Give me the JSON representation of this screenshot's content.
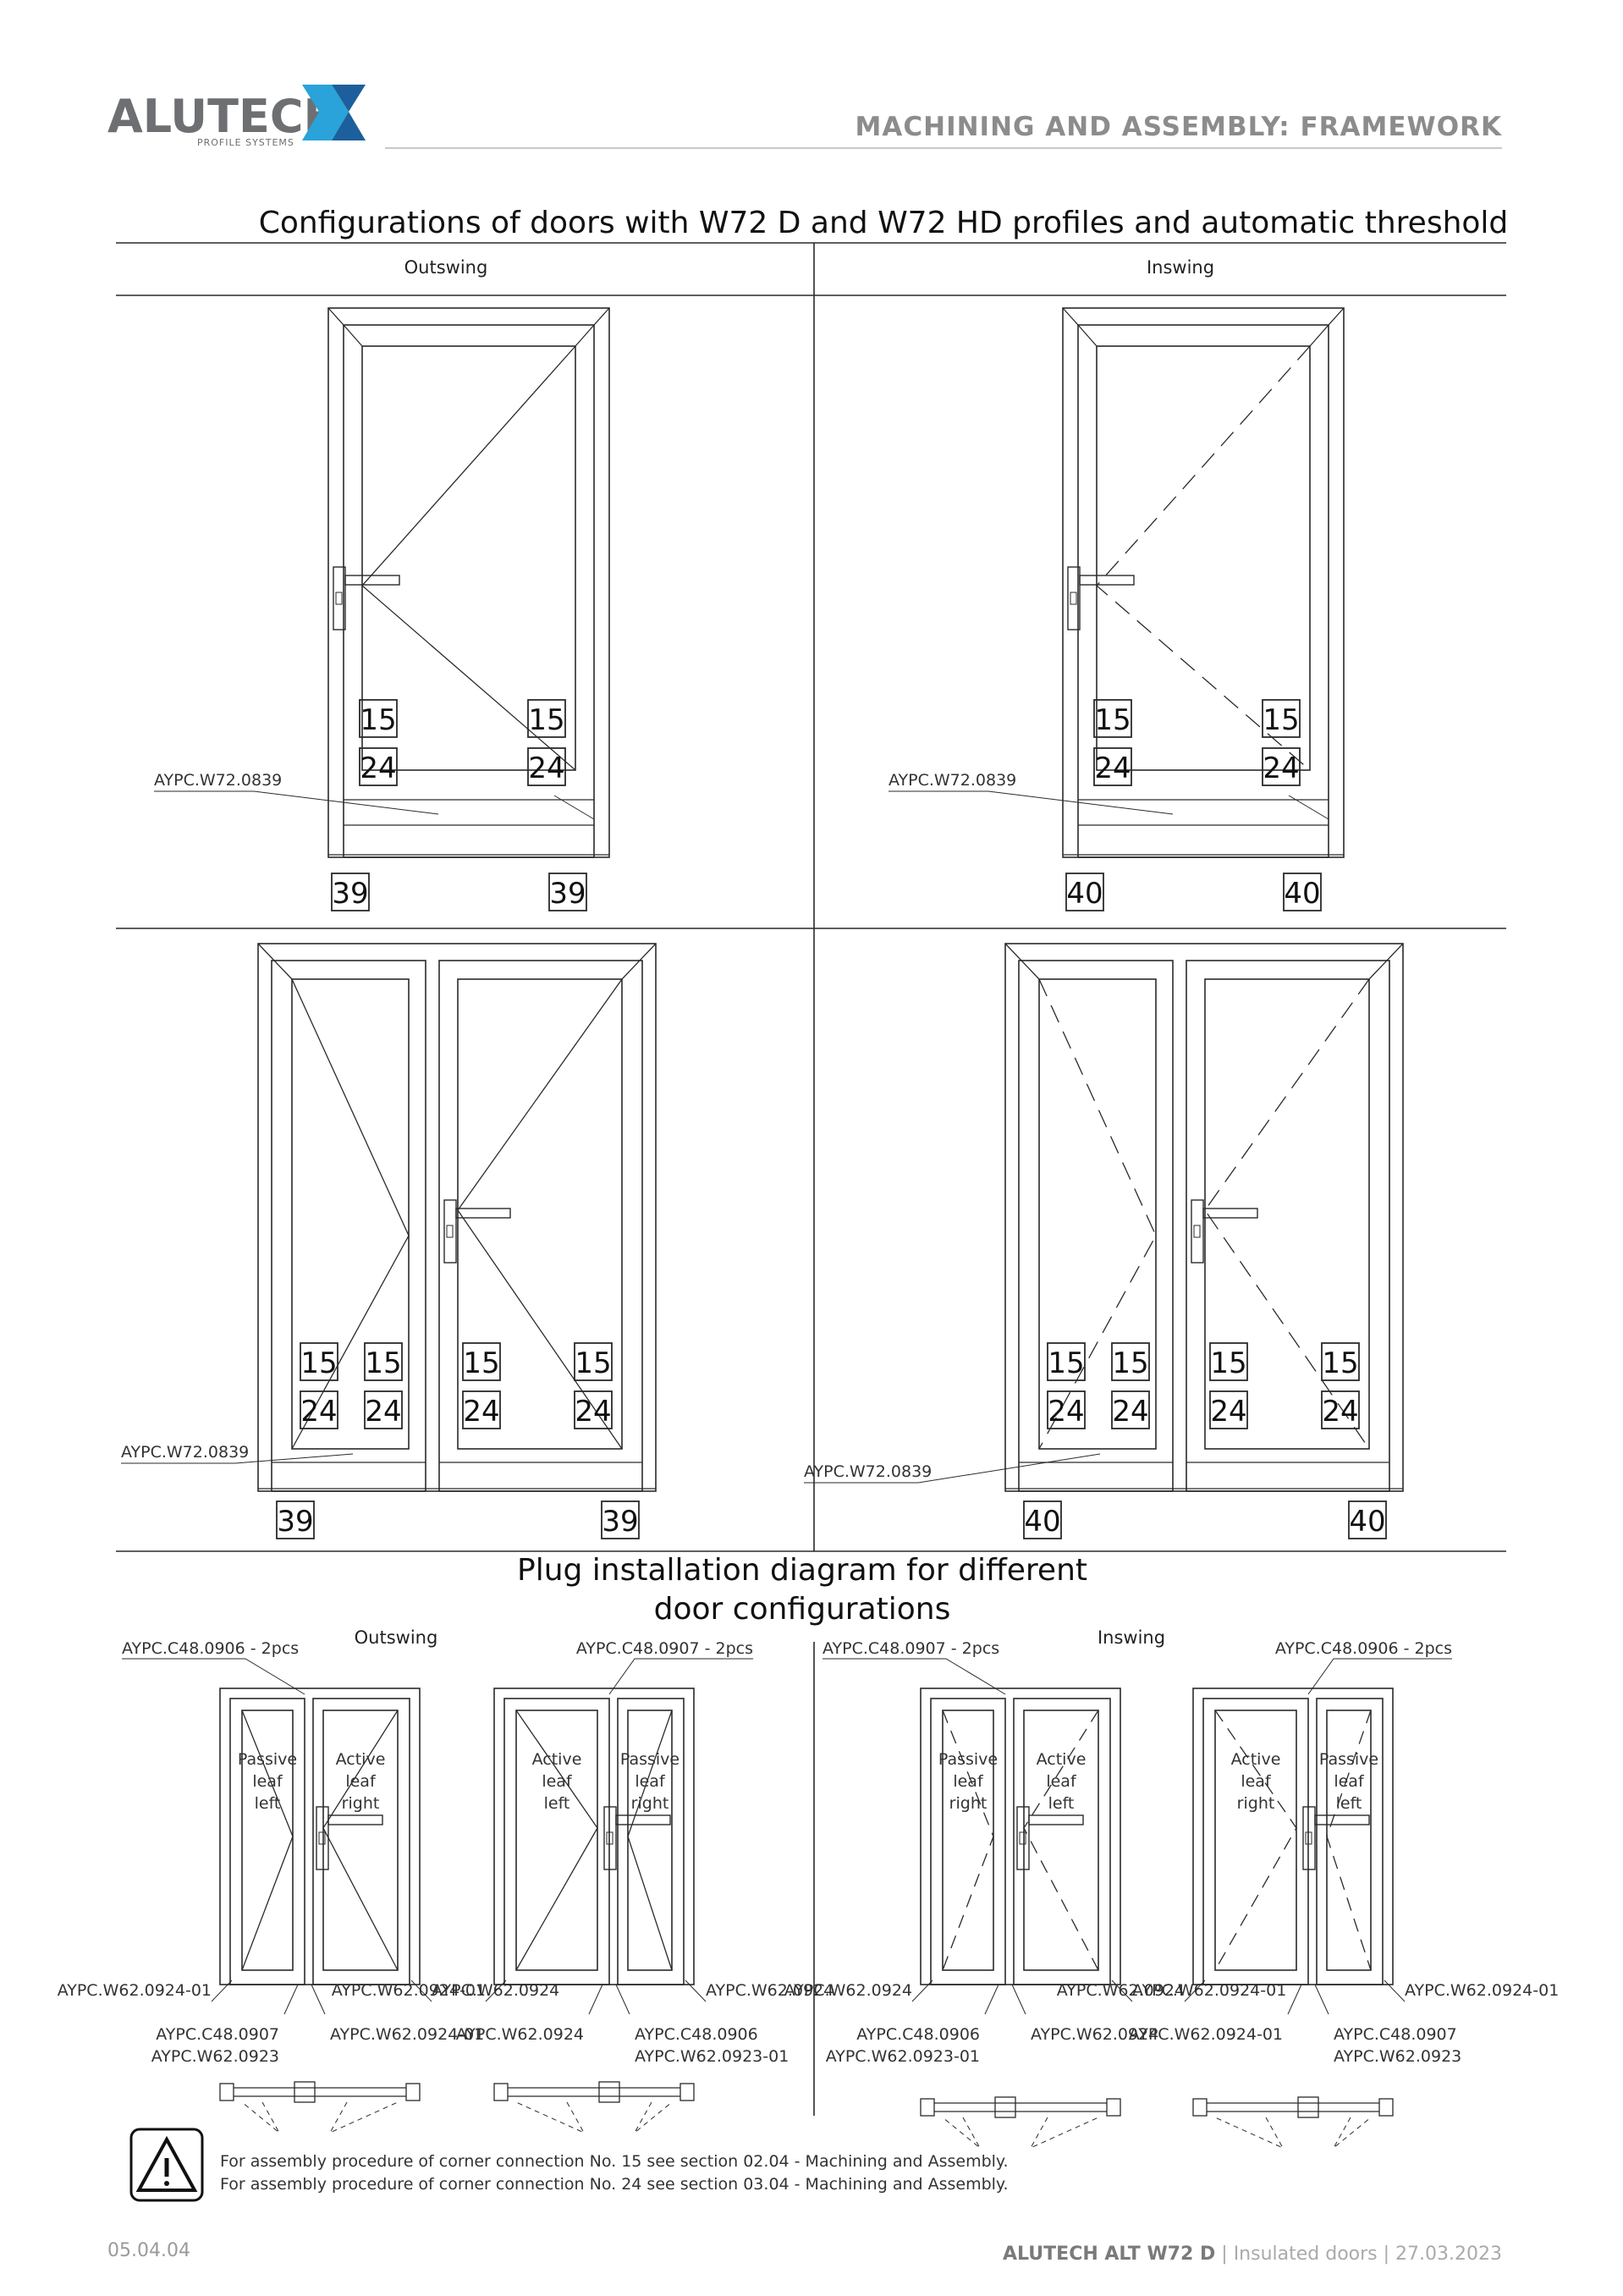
{
  "header": {
    "brand": "ALUTECH",
    "brand_sub": "PROFILE SYSTEMS",
    "section": "MACHINING AND ASSEMBLY: FRAMEWORK"
  },
  "config_section": {
    "title": "Configurations of doors with W72 D and W72 HD profiles and automatic threshold",
    "col_outswing": "Outswing",
    "col_inswing": "Inswing"
  },
  "doors": {
    "threshold_part": "AYPC.W72.0839",
    "corner_15": "15",
    "corner_24": "24",
    "outswing_bottom": "39",
    "inswing_bottom": "40"
  },
  "plug_section": {
    "title_line1": "Plug installation diagram for different",
    "title_line2": "door configurations",
    "outswing": "Outswing",
    "inswing": "Inswing",
    "diagrams": [
      {
        "top_part": "AYPC.C48.0906 - 2pcs",
        "leaf_left": [
          "Passive",
          "leaf",
          "left"
        ],
        "leaf_right": [
          "Active",
          "leaf",
          "right"
        ],
        "bl": "AYPC.W62.0924-01",
        "br": "AYPC.W62.0924",
        "bot_left": [
          "AYPC.C48.0907",
          "AYPC.W62.0923"
        ],
        "bot_right": [
          "AYPC.W62.0924-01"
        ]
      },
      {
        "top_part": "AYPC.C48.0907 - 2pcs",
        "leaf_left": [
          "Active",
          "leaf",
          "left"
        ],
        "leaf_right": [
          "Passive",
          "leaf",
          "right"
        ],
        "bl": "AYPC.W62.0924-01",
        "br": "AYPC.W62.0924",
        "bot_left": [
          "AYPC.W62.0924"
        ],
        "bot_right": [
          "AYPC.C48.0906",
          "AYPC.W62.0923-01"
        ]
      },
      {
        "top_part": "AYPC.C48.0907 - 2pcs",
        "leaf_left": [
          "Passive",
          "leaf",
          "right"
        ],
        "leaf_right": [
          "Active",
          "leaf",
          "left"
        ],
        "bl": "AYPC.W62.0924",
        "br": "AYPC.W62.0924-01",
        "bot_left": [
          "AYPC.C48.0906",
          "AYPC.W62.0923-01"
        ],
        "bot_right": [
          "AYPC.W62.0924"
        ]
      },
      {
        "top_part": "AYPC.C48.0906 - 2pcs",
        "leaf_left": [
          "Active",
          "leaf",
          "right"
        ],
        "leaf_right": [
          "Passive",
          "leaf",
          "left"
        ],
        "bl": "AYPC.W62.0924",
        "br": "AYPC.W62.0924-01",
        "bot_left": [
          "AYPC.W62.0924-01"
        ],
        "bot_right": [
          "AYPC.C48.0907",
          "AYPC.W62.0923"
        ]
      }
    ]
  },
  "notes": {
    "line1": "For assembly procedure of corner connection No. 15 see section 02.04 - Machining and Assembly.",
    "line2": "For assembly procedure of corner connection No. 24 see section 03.04 - Machining and Assembly."
  },
  "footer": {
    "page": "05.04.04",
    "product": "ALUTECH ALT W72 D",
    "sep": " | ",
    "doc": "Insulated doors | 27.03.2023"
  },
  "colors": {
    "brand_gray": "#6d6f72",
    "brand_blue": "#29a3d9",
    "brand_dark_blue": "#1d5f9c",
    "line": "#2a2a2a"
  }
}
